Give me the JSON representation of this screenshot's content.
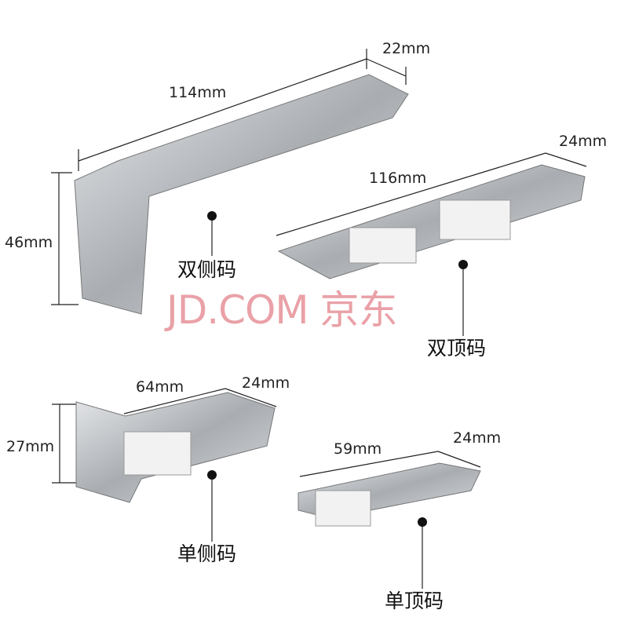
{
  "watermark": "JD.COM 京东",
  "products": [
    {
      "name": "双侧码",
      "dims": [
        "114mm",
        "22mm",
        "46mm"
      ]
    },
    {
      "name": "双顶码",
      "dims": [
        "116mm",
        "24mm"
      ]
    },
    {
      "name": "单侧码",
      "dims": [
        "64mm",
        "24mm",
        "27mm"
      ]
    },
    {
      "name": "单顶码",
      "dims": [
        "59mm",
        "24mm"
      ]
    }
  ],
  "colors": {
    "metal": "#b9bcc0",
    "watermark": "#e48a92",
    "clip": "#f2f2f2"
  }
}
